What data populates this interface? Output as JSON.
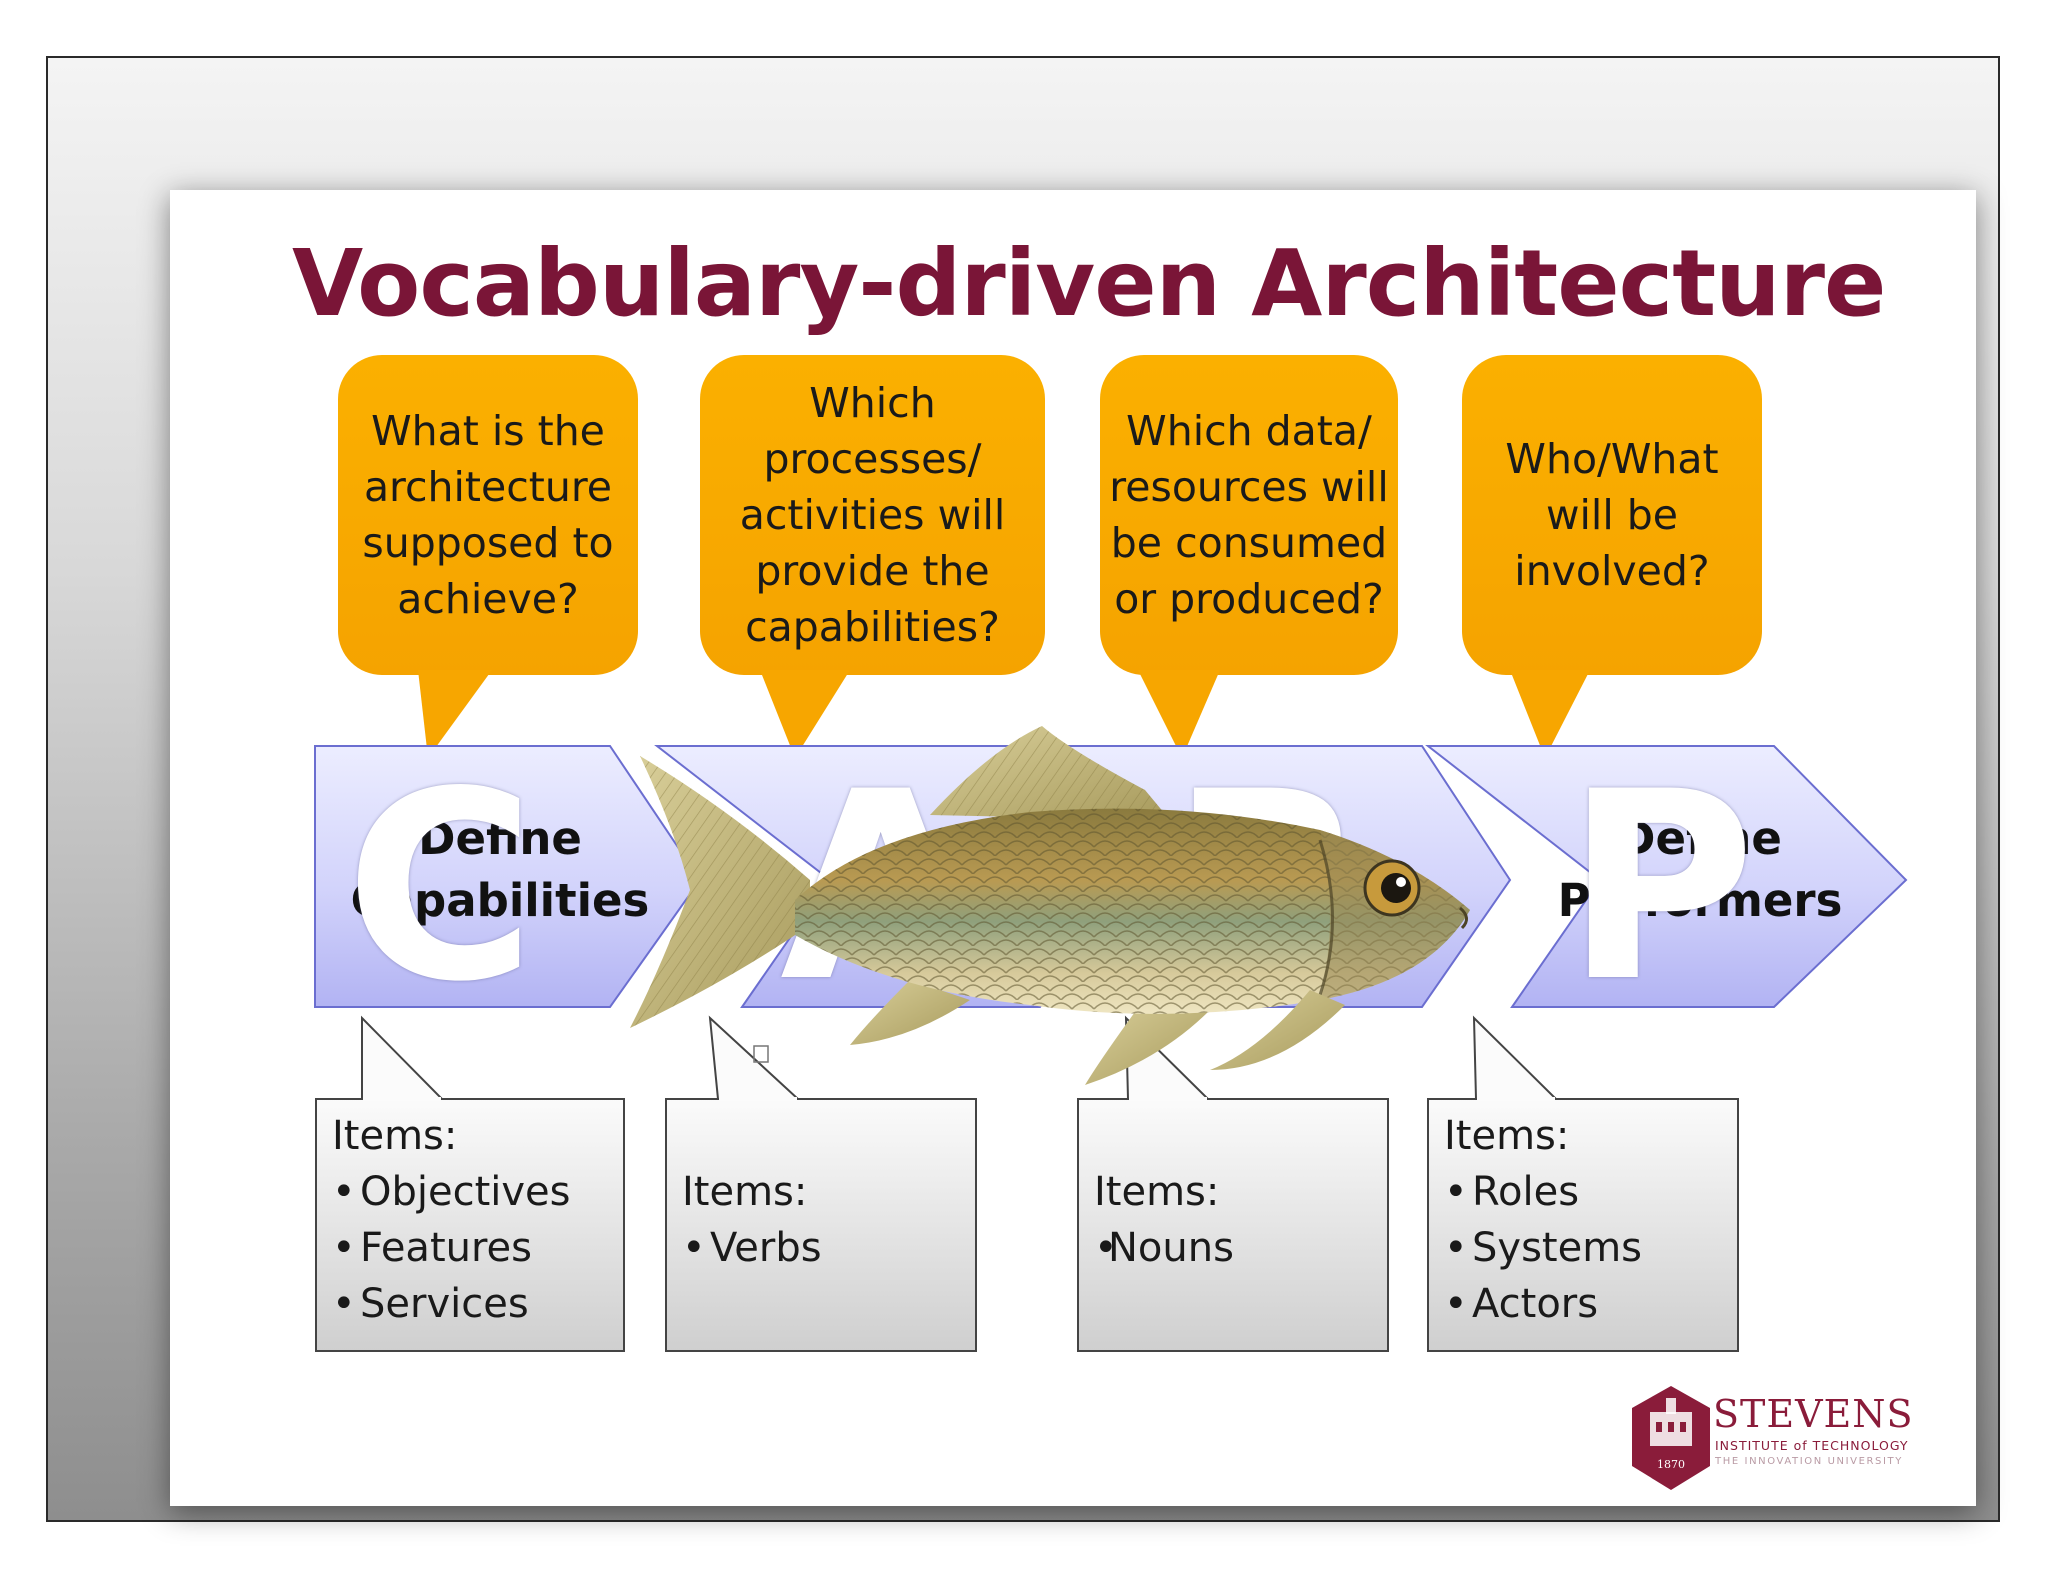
{
  "slide": {
    "title": "Vocabulary-driven Architecture",
    "questions": [
      "What is the\narchitecture\nsupposed to\nachieve?",
      "Which\nprocesses/\nactivities will\nprovide the\ncapabilities?",
      "Which data/\nresources will\nbe consumed\nor produced?",
      "Who/What\nwill be\ninvolved?"
    ],
    "stages": [
      {
        "letter": "C",
        "label": "Define\nCapabilities"
      },
      {
        "letter": "A",
        "label": ""
      },
      {
        "letter": "R",
        "label": ""
      },
      {
        "letter": "P",
        "label": "Define\nPerformers"
      }
    ],
    "item_boxes": [
      {
        "heading": "Items:",
        "items": [
          "Objectives",
          "Features",
          "Services"
        ]
      },
      {
        "heading": "Items:",
        "items": [
          "Verbs"
        ]
      },
      {
        "heading": "Items:",
        "items": [
          "Nouns"
        ]
      },
      {
        "heading": "Items:",
        "items": [
          "Roles",
          "Systems",
          "Actors"
        ]
      }
    ],
    "colors": {
      "title": "#7a1537",
      "callout": "#f9a800",
      "chevron": "#c7c9f8",
      "brand": "#8a1c3a"
    },
    "overlay_image": "fish-photo",
    "logo": {
      "name": "STEVENS",
      "line1": "INSTITUTE of TECHNOLOGY",
      "line2": "THE INNOVATION UNIVERSITY",
      "year": "1870"
    }
  }
}
